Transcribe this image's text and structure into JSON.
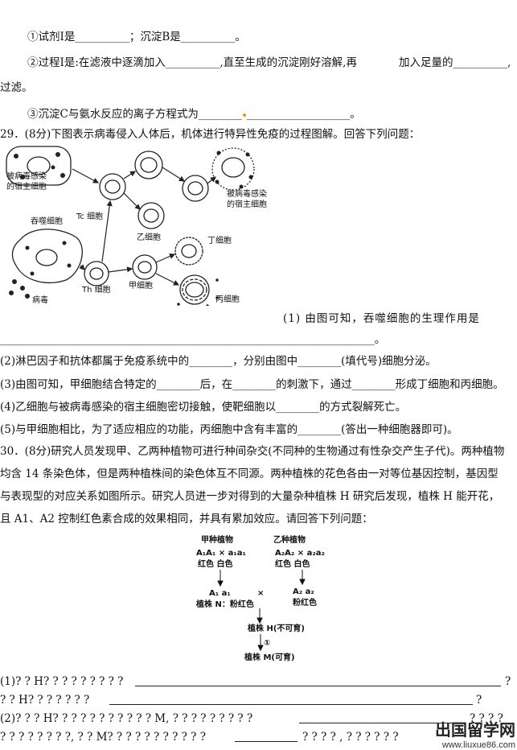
{
  "lines": {
    "l01": "①试剂Ⅰ是__________；沉淀B是__________。",
    "l02a": "②过程Ⅰ是:在滤液中逐滴加入__________,直至生成的沉淀刚好溶解,再",
    "l02b": "加入足量的__________,",
    "l03": "过滤。",
    "l04a": "③沉淀C与氨水反应的离子方程式为________",
    "l04b": "___________________。",
    "l05": "29．(8分)下图表示病毒侵入人体后，机体进行特异性免疫的过程图解。回答下列问题：",
    "l06": "(1) 由图可知，吞噬细胞的生理作用是",
    "l07": "_____________________________________________________________________。",
    "l08": "(2)淋巴因子和抗体都属于免疫系统中的________，分别由图中________(填代号)细胞分泌。",
    "l09": "(3)由图可知，甲细胞结合特定的________后，在________的刺激下，通过________形成丁细胞和丙细胞。",
    "l10": "(4)乙细胞与被病毒感染的宿主细胞密切接触，使靶细胞以________的方式裂解死亡。",
    "l11": "(5)与甲细胞相比，为了适应相应的功能，丙细胞中含有丰富的________(答出一种细胞器即可)。",
    "l12": "30．(8分)研究人员发现甲、乙两种植物可进行种间杂交(不同种的生物通过有性杂交产生子代)。两种植物",
    "l13": "均含 14 条染色体，但是两种植株间的染色体互不同源。两种植株的花色各由一对等位基因控制，基因型",
    "l14": "与表现型的对应关系如图所示。研究人员进一步对得到的大量杂种植株 H 研究后发现，植株 H 能开花，",
    "l15": "且 A1、A2 控制红色素合成的效果相同，并具有累加效应。请回答下列问题：",
    "q1a": "(1)? ? H? ? ? ? ? ? ? ? ?",
    "q1a_end": "?",
    "q1b": "? ? H? ? ? ? ? ? ?",
    "q1b_end": "?",
    "q2a": "(2)? ? ? H? ? ? ? ? ? ? ? ? ? ? M, ? ? ? ? ? ? ? ? ?",
    "q2a_end": "? ? ? ?",
    "q2b": "? ? ? ? ? ? ? ?, ? ? M? ? ? ? ? ? ? ? ? ? ?",
    "q2b_mid": "? ? ? ? , ? ? ? ? ? ?"
  },
  "immune_figure": {
    "infected_host_left": [
      "被病毒感染",
      "的宿主细胞"
    ],
    "infected_host_right": [
      "被病毒感染",
      "的宿主细胞"
    ],
    "phagocyte": "吞噬细胞",
    "tc_cell": "Tc 细胞",
    "th_cell": "Th 细胞",
    "virus": "病毒",
    "cell_yi": "乙细胞",
    "cell_jia": "甲细胞",
    "cell_ding": "丁细胞",
    "cell_bing": "丙细胞"
  },
  "cross_figure": {
    "plant_jia": "甲种植物",
    "plant_yi": "乙种植物",
    "jia_cross": "A₁A₁ × a₁a₁",
    "yi_cross": "A₂A₂ × a₂a₂",
    "jia_colors": "红色    白色",
    "yi_colors": "红色    白色",
    "cross_sign": "×",
    "jia_offspring": "A₁ a₁",
    "yi_offspring": "A₂ a₂",
    "plant_n": "植株 N：粉红色",
    "pink": "粉红色",
    "plant_h": "植株 H(不可育)",
    "step": "①",
    "plant_m": "植株 M(可育)"
  },
  "watermark": {
    "brand": "出国留学网",
    "url": "www.liuxue86.com"
  }
}
